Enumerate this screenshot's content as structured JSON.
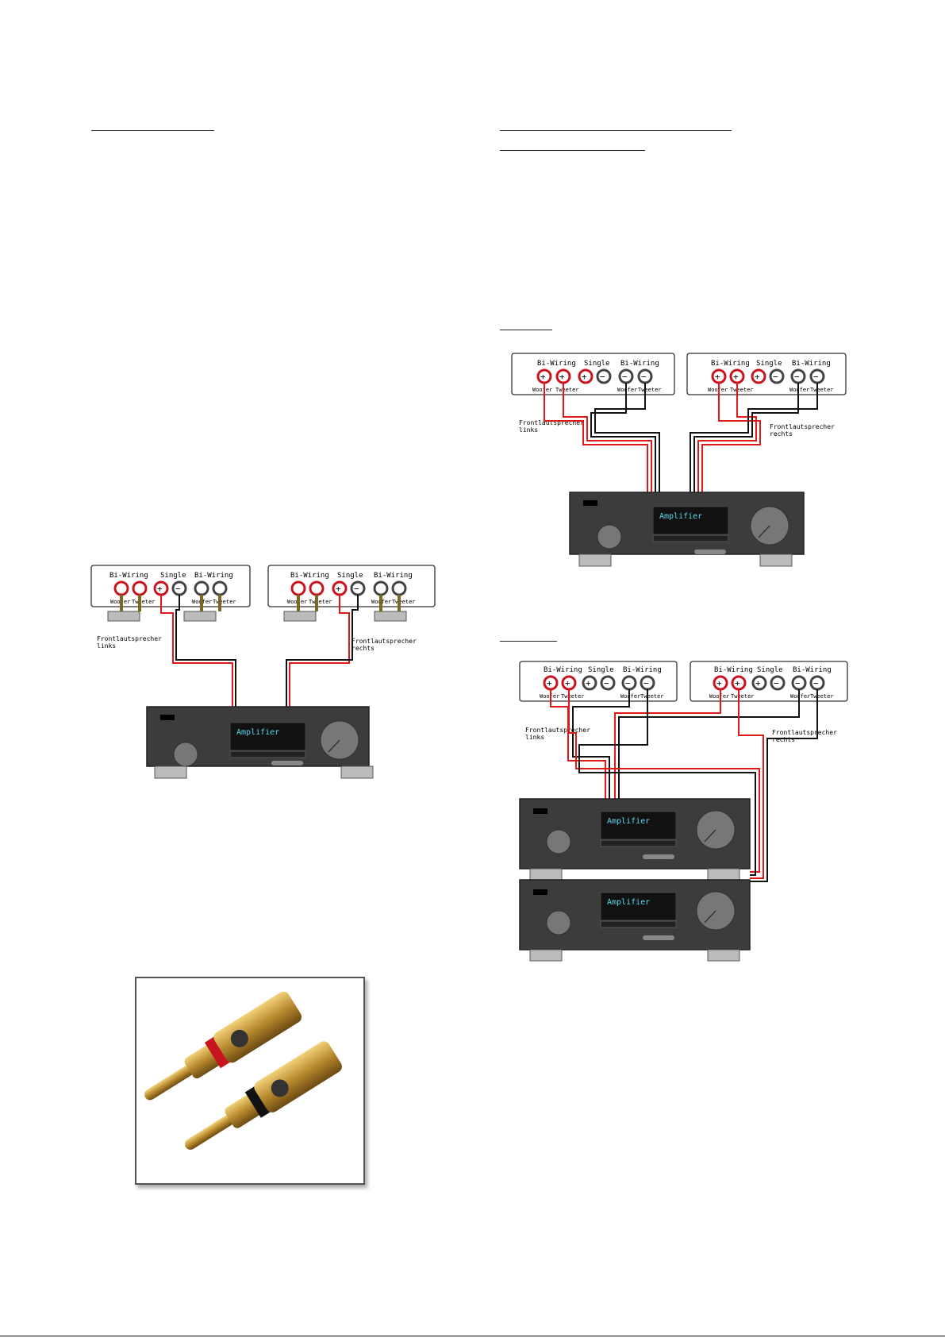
{
  "labels": {
    "bi_wiring": "Bi-Wiring",
    "single": "Single",
    "woofer": "Woofer",
    "tweeter": "Tweeter",
    "plus": "+",
    "minus": "−",
    "front_left": "Frontlautsprecher\nlinks",
    "front_right": "Frontlautsprecher\nrechts",
    "amplifier": "Amplifier"
  },
  "colors": {
    "red_wire": "#e01818",
    "black_wire": "#111111",
    "amp_body": "#3c3c3c",
    "amp_screen": "#111111",
    "amp_text": "#5ad8ef",
    "terminal_red": "#c8141e",
    "terminal_dark": "#444444"
  },
  "photo": {
    "icon": "banana-plugs-photo"
  }
}
